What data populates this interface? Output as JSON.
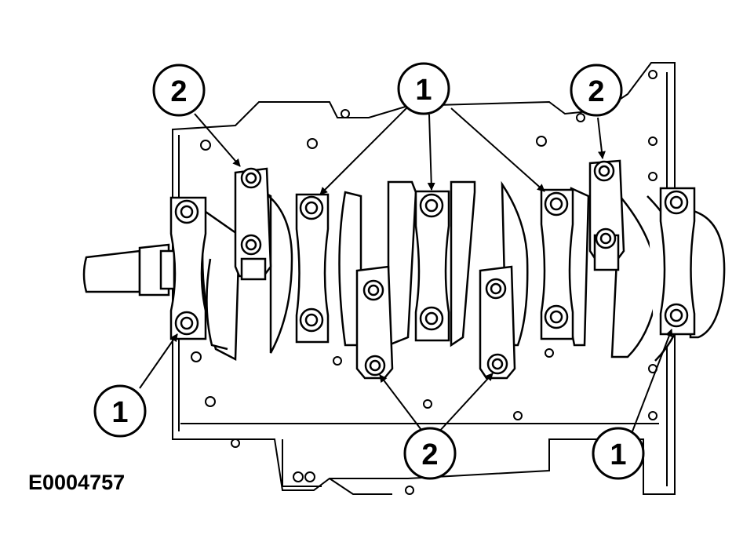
{
  "figure": {
    "id": "E0004757",
    "callouts": {
      "c1": "2",
      "c2": "1",
      "c3": "2",
      "c4": "1",
      "c5": "2",
      "c6": "1"
    }
  },
  "colors": {
    "line": "#000000",
    "background": "#ffffff"
  }
}
